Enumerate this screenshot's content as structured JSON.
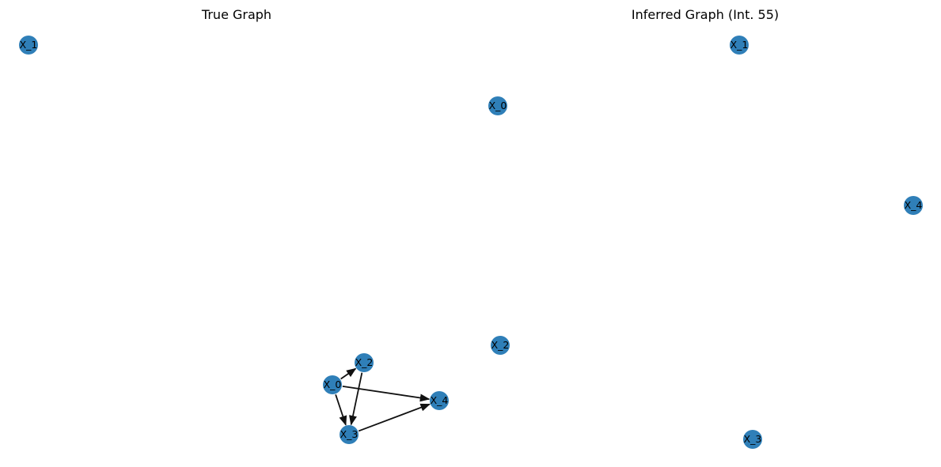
{
  "figure": {
    "node_color": "#2f7fb8",
    "edge_color": "#111111",
    "label_color": "#000000",
    "panels": [
      {
        "id": "true-graph",
        "title": "True Graph",
        "nodes": [
          {
            "id": "X_1",
            "label": "X_1"
          },
          {
            "id": "X_0",
            "label": "X_0"
          },
          {
            "id": "X_2",
            "label": "X_2"
          },
          {
            "id": "X_3",
            "label": "X_3"
          },
          {
            "id": "X_4",
            "label": "X_4"
          }
        ],
        "edges": [
          {
            "from": "X_0",
            "to": "X_2"
          },
          {
            "from": "X_0",
            "to": "X_3"
          },
          {
            "from": "X_0",
            "to": "X_4"
          },
          {
            "from": "X_2",
            "to": "X_3"
          },
          {
            "from": "X_3",
            "to": "X_4"
          }
        ]
      },
      {
        "id": "inferred-graph",
        "title": "Inferred Graph (Int. 55)",
        "nodes": [
          {
            "id": "X_0",
            "label": "X_0"
          },
          {
            "id": "X_1",
            "label": "X_1"
          },
          {
            "id": "X_2",
            "label": "X_2"
          },
          {
            "id": "X_3",
            "label": "X_3"
          },
          {
            "id": "X_4",
            "label": "X_4"
          }
        ],
        "edges": []
      }
    ]
  }
}
